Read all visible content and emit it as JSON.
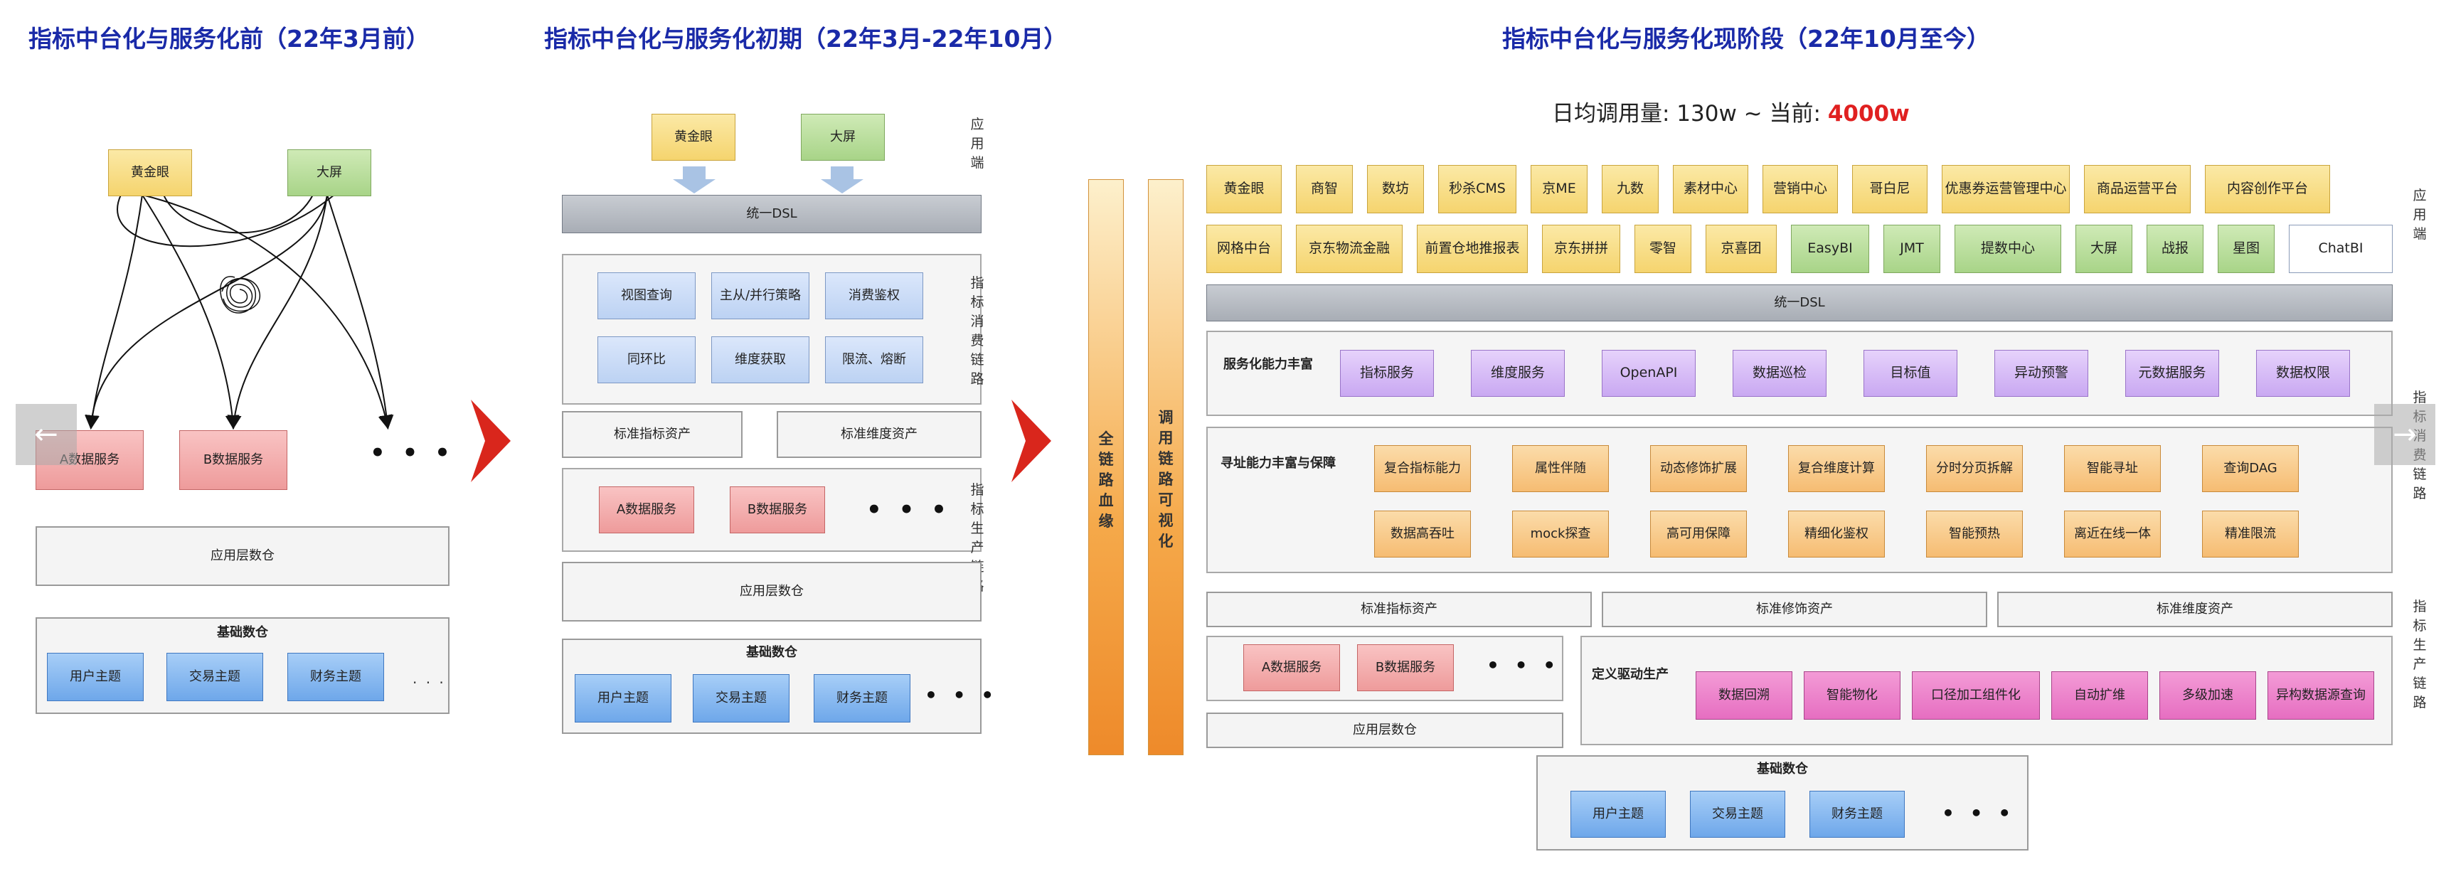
{
  "titles": {
    "t1": "指标中台化与服务化前（22年3月前）",
    "t2": "指标中台化与服务化初期（22年3月-22年10月）",
    "t3": "指标中台化与服务化现阶段（22年10月至今）"
  },
  "stage1": {
    "golden_eye": "黄金眼",
    "big_screen": "大屏",
    "a_service": "A数据服务",
    "b_service": "B数据服务",
    "ellipsis": "• • •",
    "app_warehouse": "应用层数仓",
    "base_warehouse": "基础数仓",
    "themes": [
      "用户主题",
      "交易主题",
      "财务主题"
    ],
    "themes_more": "· · ·"
  },
  "stage2": {
    "golden_eye": "黄金眼",
    "big_screen": "大屏",
    "app_end_label": "应用端",
    "dsl": "统一DSL",
    "consume_items": [
      "视图查询",
      "主从/并行策略",
      "消费鉴权",
      "同环比",
      "维度获取",
      "限流、熔断"
    ],
    "consume_label": "指标消费链路",
    "std_metric": "标准指标资产",
    "std_dim": "标准维度资产",
    "a_service": "A数据服务",
    "b_service": "B数据服务",
    "ellipsis": "• • •",
    "prod_label": "指标生产链路",
    "app_warehouse": "应用层数仓",
    "base_warehouse": "基础数仓",
    "themes": [
      "用户主题",
      "交易主题",
      "财务主题"
    ],
    "themes_more": "• • •"
  },
  "stage3": {
    "daily_prefix": "日均调用量: 130w ~ 当前: ",
    "daily_current": "4000w",
    "bar_left": "全链路血缘",
    "bar_right": "调用链路可视化",
    "apps_row1": [
      "黄金眼",
      "商智",
      "数坊",
      "秒杀CMS",
      "京ME",
      "九数",
      "素材中心",
      "营销中心",
      "哥白尼",
      "优惠券运营管理中心",
      "商品运营平台",
      "内容创作平台"
    ],
    "apps_row2_yellow": [
      "网格中台",
      "京东物流金融",
      "前置仓地推报表",
      "京东拼拼",
      "零智",
      "京喜团"
    ],
    "apps_row2_green": [
      "EasyBI",
      "JMT",
      "提数中心",
      "大屏",
      "战报",
      "星图"
    ],
    "apps_row2_last": "ChatBI",
    "app_end_label": "应用端",
    "dsl": "统一DSL",
    "service_label": "服务化能力丰富",
    "service_items": [
      "指标服务",
      "维度服务",
      "OpenAPI",
      "数据巡检",
      "目标值",
      "异动预警",
      "元数据服务",
      "数据权限"
    ],
    "consume_label": "指标消费链路",
    "addr_label": "寻址能力丰富与保障",
    "addr_row1": [
      "复合指标能力",
      "属性伴随",
      "动态修饰扩展",
      "复合维度计算",
      "分时分页拆解",
      "智能寻址",
      "查询DAG"
    ],
    "addr_row2": [
      "数据高吞吐",
      "mock探查",
      "高可用保障",
      "精细化鉴权",
      "智能预热",
      "离近在线一体",
      "精准限流"
    ],
    "std_metric": "标准指标资产",
    "std_modifier": "标准修饰资产",
    "std_dim": "标准维度资产",
    "a_service": "A数据服务",
    "b_service": "B数据服务",
    "ellipsis": "• • •",
    "app_warehouse": "应用层数仓",
    "define_label": "定义驱动生产",
    "define_items": [
      "数据回溯",
      "智能物化",
      "口径加工组件化",
      "自动扩维",
      "多级加速",
      "异构数据源查询"
    ],
    "prod_label": "指标生产链路",
    "base_warehouse": "基础数仓",
    "themes": [
      "用户主题",
      "交易主题",
      "财务主题"
    ],
    "themes_more": "• • •"
  },
  "nav": {
    "prev_icon": "arrow-left-icon",
    "next_icon": "arrow-right-icon",
    "prev": "←",
    "next": "→"
  },
  "colors": {
    "title": "#1a2aa8",
    "highlight": "#e02020",
    "stage_arrow": "#d9261c"
  }
}
